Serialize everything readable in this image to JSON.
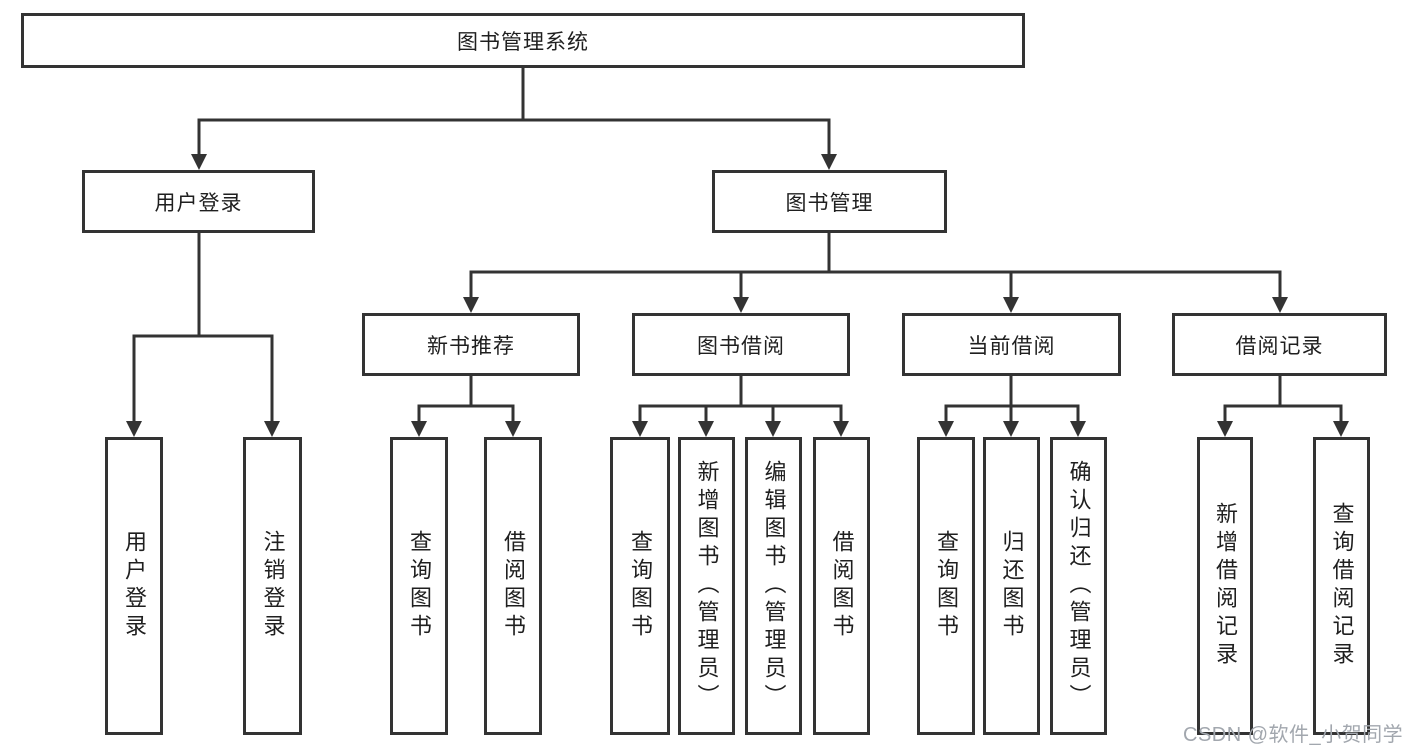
{
  "colors": {
    "line": "#333333",
    "text": "#1f1f1f",
    "box_background": "#ffffff",
    "watermark": "#a2a7ae"
  },
  "watermark": "CSDN @软件_小贺同学",
  "tree": {
    "root": "图书管理系统",
    "branches": [
      {
        "label": "用户登录",
        "children": [
          "用户登录",
          "注销登录"
        ]
      },
      {
        "label": "图书管理",
        "children": [
          {
            "label": "新书推荐",
            "children": [
              "查询图书",
              "借阅图书"
            ]
          },
          {
            "label": "图书借阅",
            "children": [
              "查询图书",
              "新增图书（管理员）",
              "编辑图书（管理员）",
              "借阅图书"
            ]
          },
          {
            "label": "当前借阅",
            "children": [
              "查询图书",
              "归还图书",
              "确认归还（管理员）"
            ]
          },
          {
            "label": "借阅记录",
            "children": [
              "新增借阅记录",
              "查询借阅记录"
            ]
          }
        ]
      }
    ]
  }
}
